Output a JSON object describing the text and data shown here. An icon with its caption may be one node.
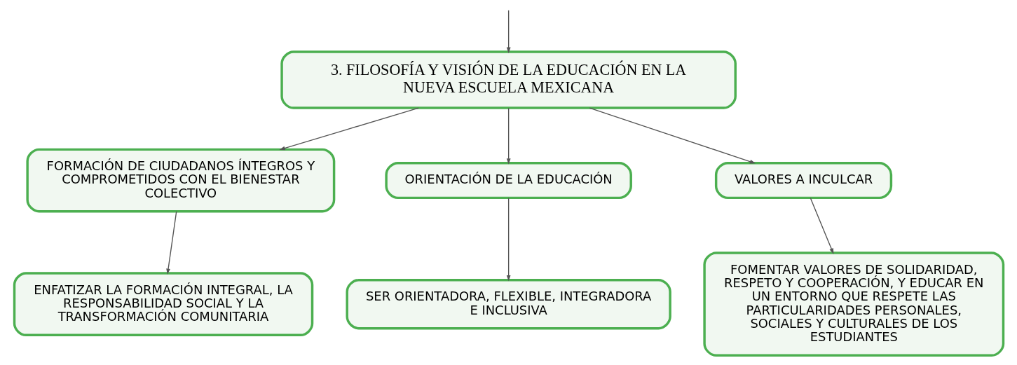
{
  "diagram": {
    "nodes": [
      {
        "text": [
          "3. FILOSOFÍA Y VISIÓN DE LA EDUCACIÓN EN LA NUEVA ESCUELA MEXICANA"
        ]
      },
      {
        "text": [
          "FORMACIÓN DE CIUDADANOS ÍNTEGROS Y COMPROMETIDOS CON EL BIENESTAR COLECTIVO"
        ]
      },
      {
        "text": [
          "ORIENTACIÓN DE LA EDUCACIÓN"
        ]
      },
      {
        "text": [
          "VALORES A INCULCAR"
        ]
      },
      {
        "text": [
          "ENFATIZAR LA FORMACIÓN INTEGRAL, LA RESPONSABILIDAD SOCIAL Y LA TRANSFORMACIÓN COMUNITARIA"
        ]
      },
      {
        "text": [
          "SER ORIENTADORA, FLEXIBLE, INTEGRADORA E INCLUSIVA"
        ]
      },
      {
        "text": [
          "FOMENTAR VALORES DE SOLIDARIDAD, RESPETO Y COOPERACIÓN, Y EDUCAR EN UN ENTORNO QUE RESPETE LAS PARTICULARIDADES PERSONALES, SOCIALES Y CULTURALES DE LOS ESTUDIANTES"
        ]
      }
    ],
    "edges": [
      {
        "from": null,
        "to": 0,
        "arrow": "to"
      },
      {
        "from": 0,
        "to": 1,
        "arrow": "to"
      },
      {
        "from": 0,
        "to": 2,
        "arrow": "to"
      },
      {
        "from": 0,
        "to": 3,
        "arrow": "to"
      },
      {
        "from": 1,
        "to": 4,
        "arrow": "to"
      },
      {
        "from": 2,
        "to": 5,
        "arrow": "to"
      },
      {
        "from": 3,
        "to": 6,
        "arrow": "to"
      }
    ]
  }
}
